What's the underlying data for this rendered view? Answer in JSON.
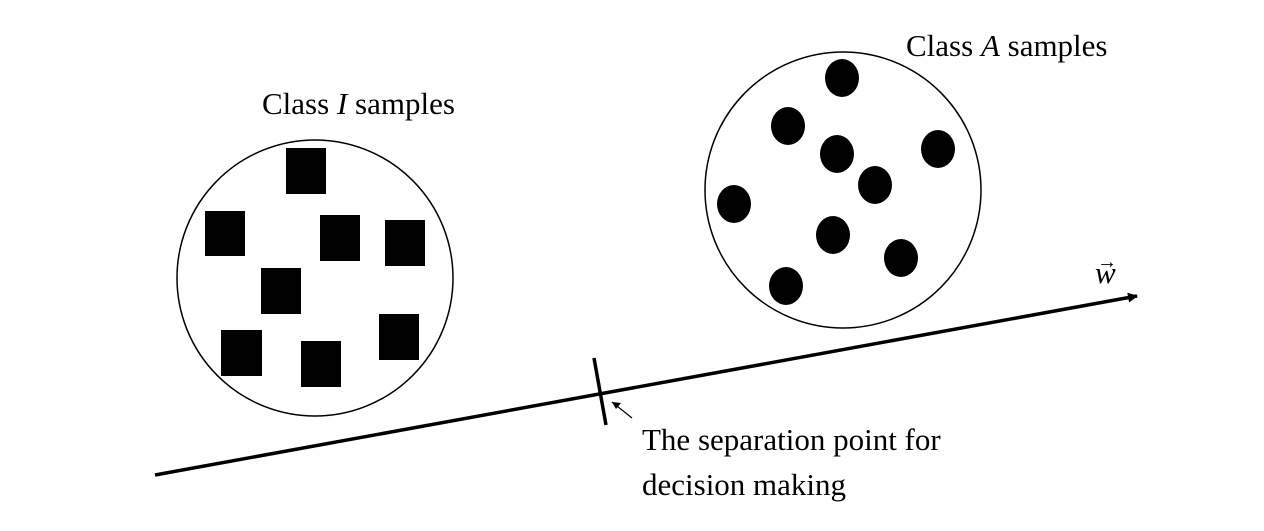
{
  "labels": {
    "class_i_prefix": "Class ",
    "class_i_var": "I",
    "class_i_suffix": " samples",
    "class_a_prefix": "Class ",
    "class_a_var": "A",
    "class_a_suffix": " samples",
    "vector": "w",
    "vector_arrow": "→",
    "separation_line1": "The separation point for",
    "separation_line2": "decision making"
  },
  "colors": {
    "ink": "#000000",
    "background": "#ffffff"
  },
  "icons": {
    "class_i_marker": "square",
    "class_a_marker": "circle"
  }
}
